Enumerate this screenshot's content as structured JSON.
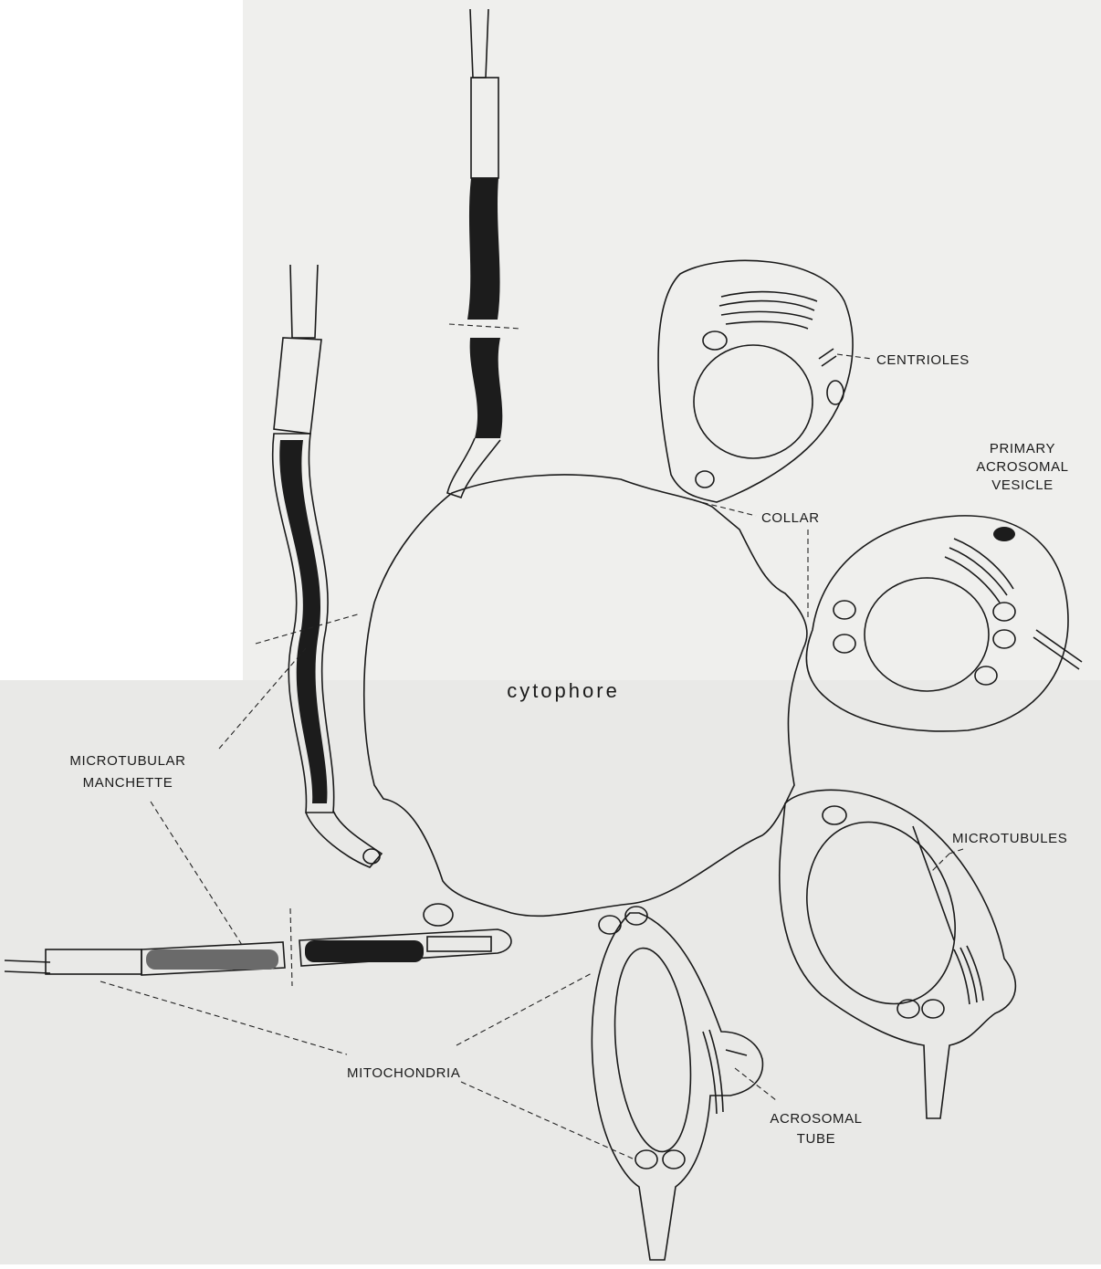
{
  "labels": {
    "centrioles": "CENTRIOLES",
    "primary_acrosomal_vesicle": [
      "PRIMARY",
      "ACROSOMAL",
      "VESICLE"
    ],
    "collar": "COLLAR",
    "cytophore": "cytophore",
    "microtubular_manchette": [
      "MICROTUBULAR",
      "MANCHETTE"
    ],
    "microtubules": "MICROTUBULES",
    "mitochondria": "MITOCHONDRIA",
    "acrosomal_tube": [
      "ACROSOMAL",
      "TUBE"
    ]
  },
  "colors": {
    "paper_upper": "#f0f0ee",
    "paper_lower": "#e6e6e4",
    "ink": "#1a1a1a",
    "cell_fill": "#f7f7f5"
  }
}
